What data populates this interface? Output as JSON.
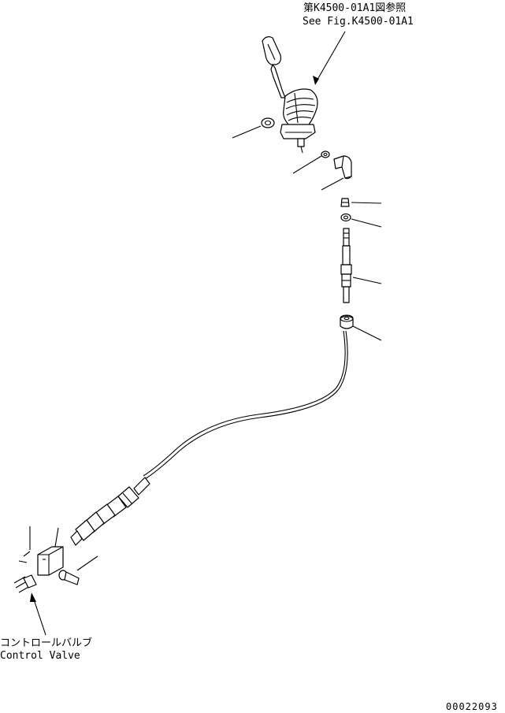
{
  "callouts": {
    "top_jp": "第K4500-01A1図参照",
    "top_en": "See Fig.K4500-01A1",
    "bottom_jp": "コントロールバルブ",
    "bottom_en": "Control Valve"
  },
  "drawing_number": "00022093"
}
